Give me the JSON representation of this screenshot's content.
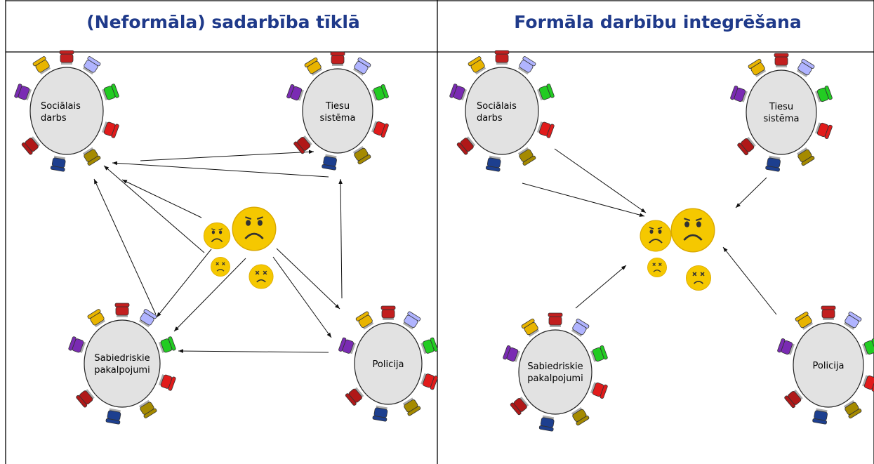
{
  "panels": [
    {
      "title": "(Neformāla) sadarbība tīklā",
      "tables": {
        "social": [
          "Sociālais",
          "darbs"
        ],
        "court": [
          "Tiesu",
          "sistēma"
        ],
        "public": [
          "Sabiedriskie",
          "pakalpojumi"
        ],
        "police": [
          "Policija"
        ]
      }
    },
    {
      "title": "Formāla darbību integrēšana",
      "tables": {
        "social": [
          "Sociālais",
          "darbs"
        ],
        "court": [
          "Tiesu",
          "sistēma"
        ],
        "public": [
          "Sabiedriskie",
          "pakalpojumi"
        ],
        "police": [
          "Policija"
        ]
      }
    }
  ],
  "colors": {
    "title": "#1f3a8a",
    "border": "#000000",
    "table_fill": "#e2e2e2",
    "smiley": "#f5c800",
    "chairs": [
      "#7a2bb3",
      "#e8b400",
      "#c21f1f",
      "#b0b4ff",
      "#22cc22",
      "#e11b1b",
      "#a58a00",
      "#1d3f8f",
      "#b01818"
    ]
  }
}
